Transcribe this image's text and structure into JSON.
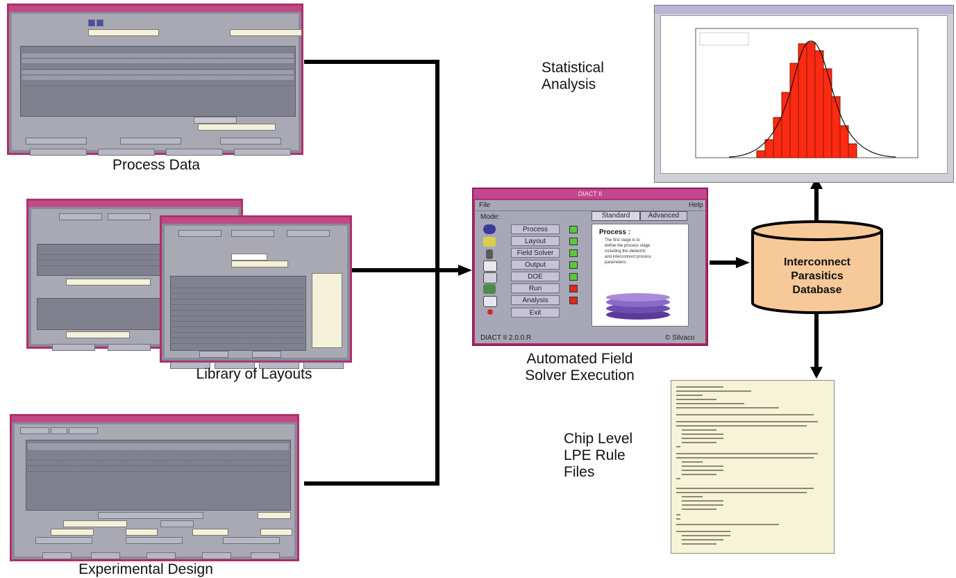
{
  "captions": {
    "process_data": "Process Data",
    "library_of_layouts": "Library of Layouts",
    "experimental_design": "Experimental Design",
    "statistical_analysis": [
      "Statistical",
      "Analysis"
    ],
    "automated_field_solver": [
      "Automated Field",
      "Solver Execution"
    ],
    "chip_level_lpe": [
      "Chip Level",
      "LPE Rule",
      "Files"
    ]
  },
  "database": {
    "lines": [
      "Interconnect",
      "Parasitics",
      "Database"
    ],
    "fill": "#f8c998"
  },
  "diact_window": {
    "title": "DIACT II",
    "menu_file": "File",
    "menu_help": "Help",
    "mode_label": "Mode:",
    "mode_standard": "Standard",
    "mode_advanced": "Advanced",
    "steps": [
      {
        "label": "Process",
        "status": "green"
      },
      {
        "label": "Layout",
        "status": "green"
      },
      {
        "label": "Field Solver",
        "status": "green"
      },
      {
        "label": "Output",
        "status": "green"
      },
      {
        "label": "DOE",
        "status": "green"
      },
      {
        "label": "Run",
        "status": "red"
      },
      {
        "label": "Analysis",
        "status": "red"
      },
      {
        "label": "Exit",
        "status": "none"
      }
    ],
    "panel_title": "Process :",
    "panel_text": [
      "The first stage is to",
      "define the process stage",
      "including the dielectric",
      "and interconnect process",
      "parameters."
    ],
    "version": "DIACT II 2.0.0.R",
    "copyright": "© Silvaco"
  },
  "colors": {
    "window_border": "#b0306a",
    "window_title": "#c04a86",
    "window_body": "#a9a9b4",
    "arrow": "#000000",
    "histogram_bar": "#ff2a12",
    "led_green": "#59c83a",
    "led_red": "#e0281e"
  }
}
